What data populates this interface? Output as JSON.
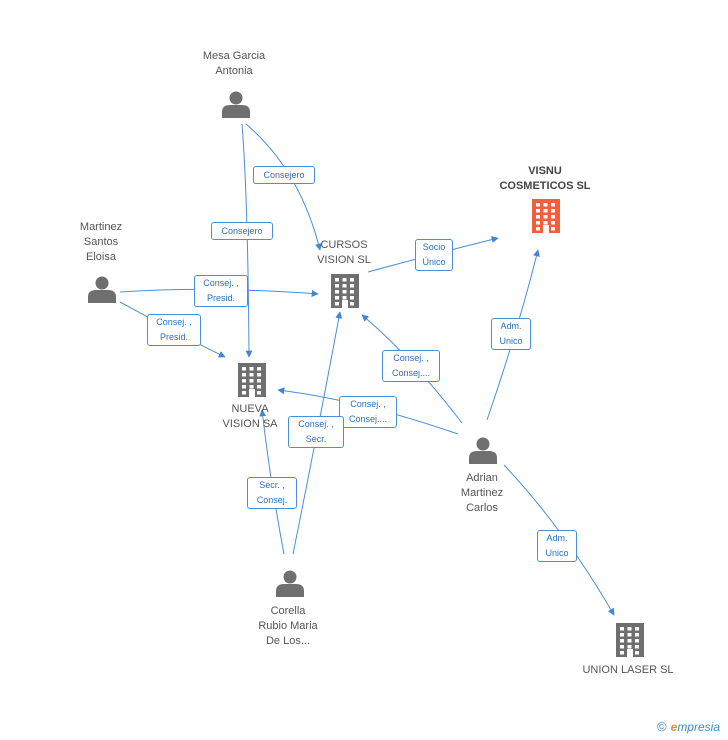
{
  "nodes": [
    {
      "id": "mesa",
      "type": "person",
      "label": "Mesa Garcia\nAntonia"
    },
    {
      "id": "martinez",
      "type": "person",
      "label": "Martinez\nSantos\nEloisa"
    },
    {
      "id": "cursos",
      "type": "company",
      "label": "CURSOS\nVISION SL"
    },
    {
      "id": "visnu",
      "type": "company",
      "label": "VISNU\nCOSMETICOS SL",
      "highlight": true
    },
    {
      "id": "nueva",
      "type": "company",
      "label": "NUEVA\nVISION SA"
    },
    {
      "id": "adrian",
      "type": "person",
      "label": "Adrian\nMartinez\nCarlos"
    },
    {
      "id": "corella",
      "type": "person",
      "label": "Corella\nRubio Maria\nDe Los..."
    },
    {
      "id": "union",
      "type": "company",
      "label": "UNION LASER SL"
    }
  ],
  "edges": [
    {
      "id": "e1",
      "from": "mesa",
      "to": "cursos",
      "label": "Consejero"
    },
    {
      "id": "e2",
      "from": "mesa",
      "to": "nueva",
      "label": "Consejero"
    },
    {
      "id": "e3",
      "from": "martinez",
      "to": "cursos",
      "label": "Consej. ,\nPresid."
    },
    {
      "id": "e4",
      "from": "martinez",
      "to": "nueva",
      "label": "Consej. ,\nPresid."
    },
    {
      "id": "e5",
      "from": "cursos",
      "to": "visnu",
      "label": "Socio\nÚnico"
    },
    {
      "id": "e6",
      "from": "adrian",
      "to": "visnu",
      "label": "Adm.\nUnico"
    },
    {
      "id": "e7",
      "from": "adrian",
      "to": "cursos",
      "label": "Consej. ,\nConsej...."
    },
    {
      "id": "e8",
      "from": "adrian",
      "to": "nueva",
      "label": "Consej. ,\nConsej...."
    },
    {
      "id": "e9",
      "from": "adrian",
      "to": "union",
      "label": "Adm.\nUnico"
    },
    {
      "id": "e10",
      "from": "corella",
      "to": "cursos",
      "label": "Consej. ,\nSecr."
    },
    {
      "id": "e11",
      "from": "corella",
      "to": "nueva",
      "label": "Secr. ,\nConsej."
    }
  ],
  "colors": {
    "edge": "#4a8fd8",
    "person_icon": "#6f6f6f",
    "company_icon": "#6f6f6f",
    "highlight_company": "#f0603a"
  },
  "footer": {
    "copyright_symbol": "©",
    "brand_initial": "e",
    "brand_rest": "mpresia"
  }
}
